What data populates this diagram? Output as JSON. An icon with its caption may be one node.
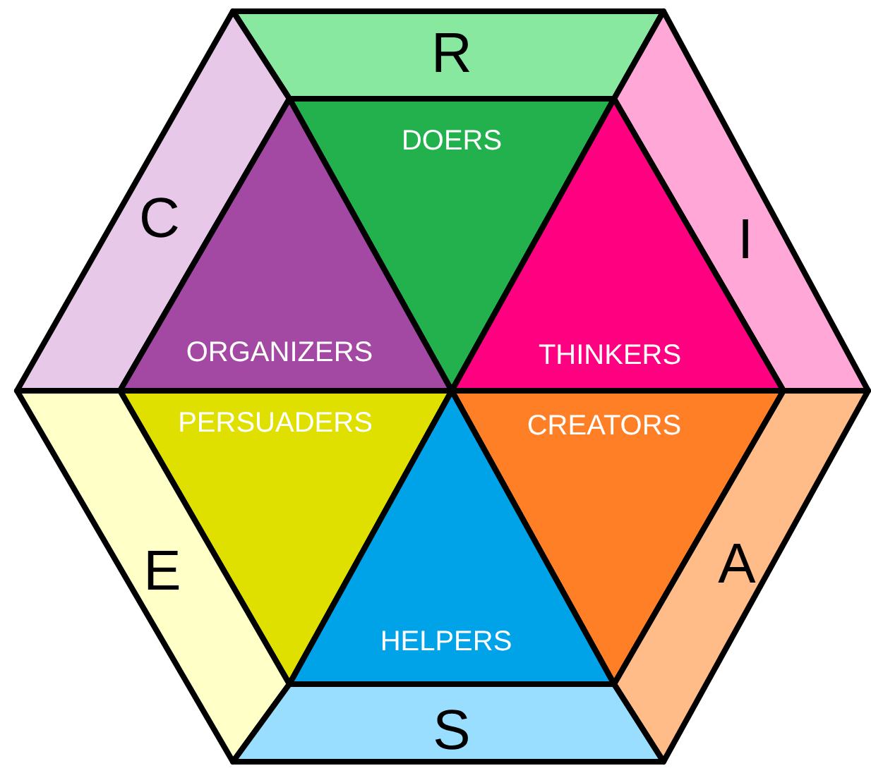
{
  "diagram": {
    "nodes": [
      {
        "text": [
          "R"
        ]
      },
      {
        "text": [
          "DOERS"
        ]
      },
      {
        "text": [
          "C"
        ]
      },
      {
        "text": [
          "I"
        ]
      },
      {
        "text": [
          "ORGANIZERS"
        ]
      },
      {
        "text": [
          "THINKERS"
        ]
      },
      {
        "text": [
          "PERSUADERS"
        ]
      },
      {
        "text": [
          "CREATORS"
        ]
      },
      {
        "text": [
          "E"
        ]
      },
      {
        "text": [
          "A"
        ]
      },
      {
        "text": [
          "HELPERS"
        ]
      },
      {
        "text": [
          "S"
        ]
      }
    ]
  }
}
